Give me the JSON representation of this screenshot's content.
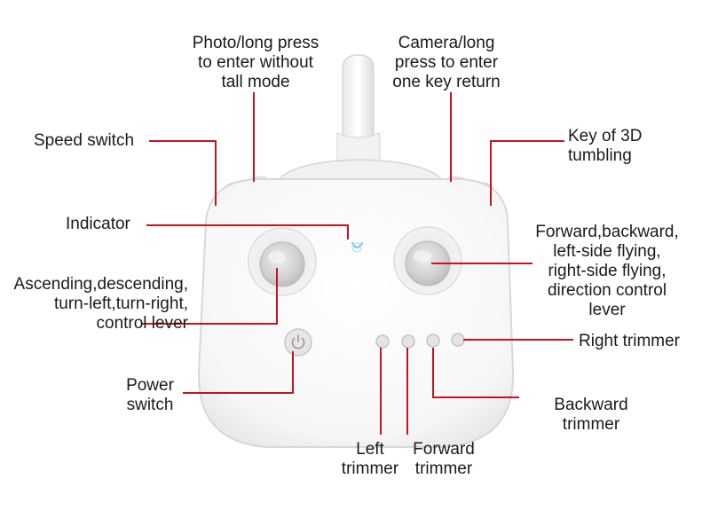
{
  "labels": {
    "photo": [
      "Photo/long press",
      "to enter without",
      "tall mode"
    ],
    "camera": [
      "Camera/long",
      "press to enter",
      "one key return"
    ],
    "speed_switch": "Speed switch",
    "key_3d": [
      "Key of 3D",
      "tumbling"
    ],
    "indicator": "Indicator",
    "right_stick": [
      "Forward,backward,",
      "left-side flying,",
      "right-side flying,",
      "direction control",
      "lever"
    ],
    "left_stick": [
      "Ascending,descending,",
      "turn-left,turn-right,",
      "control lever"
    ],
    "right_trimmer": "Right trimmer",
    "power_switch": [
      "Power",
      "switch"
    ],
    "backward_trimmer": [
      "Backward",
      "trimmer"
    ],
    "left_trimmer": [
      "Left",
      "trimmer"
    ],
    "forward_trimmer": [
      "Forward",
      "trimmer"
    ]
  },
  "colors": {
    "leader_line": "#c0161f",
    "body": "#fafafa",
    "body_edge": "#d8d8d8"
  },
  "icons": {
    "power_button": "power-icon"
  }
}
